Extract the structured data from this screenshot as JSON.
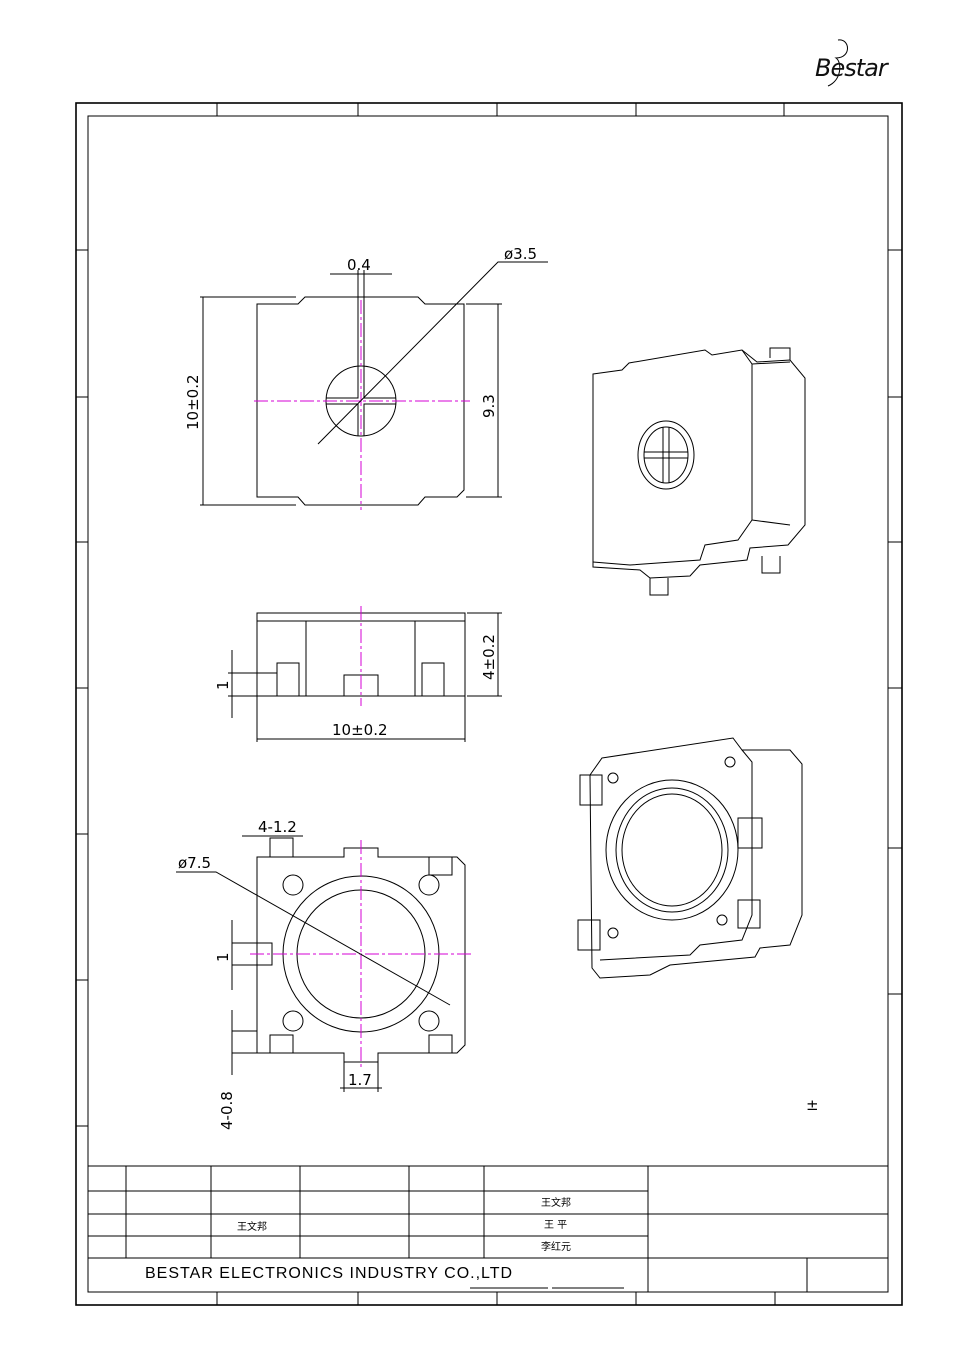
{
  "brand": {
    "logo_text": "Bestar"
  },
  "dimensions": {
    "slot_width": "0.4",
    "knob_diameter": "ø3.5",
    "body_height_outer": "10±0.2",
    "body_height_inner": "9.3",
    "thickness": "4±0.2",
    "side_width": "10±0.2",
    "side_pin_height": "1",
    "pad_width": "4-1.2",
    "bottom_diameter": "ø7.5",
    "bottom_pin_height": "1",
    "pin_length": "4-0.8",
    "center_pad_width": "1.7",
    "tolerance_symbol": "±"
  },
  "title_block": {
    "company": "BESTAR ELECTRONICS INDUSTRY CO.,LTD",
    "names": [
      "王文邦",
      "王 平",
      "李红元"
    ],
    "drawn_name": "王文邦"
  }
}
